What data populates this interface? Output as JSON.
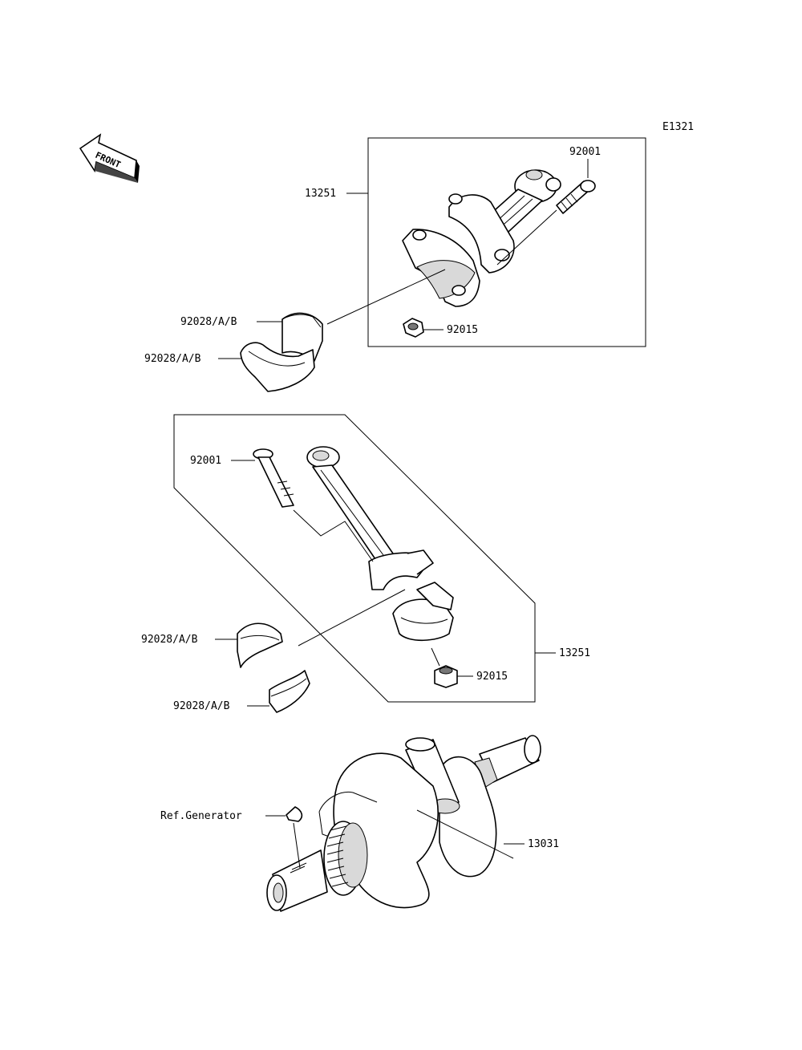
{
  "figure_code": "E1321",
  "front_label": "FRONT",
  "callouts": {
    "rod_assy_top": "13251",
    "bolt_top": "92001",
    "nut_top": "92015",
    "bearing_top_1": "92028/A/B",
    "bearing_top_2": "92028/A/B",
    "bolt_bottom": "92001",
    "rod_assy_bottom": "13251",
    "bearing_bottom_1": "92028/A/B",
    "nut_bottom": "92015",
    "bearing_bottom_2": "92028/A/B",
    "ref_generator": "Ref.Generator",
    "crankshaft": "13031"
  }
}
